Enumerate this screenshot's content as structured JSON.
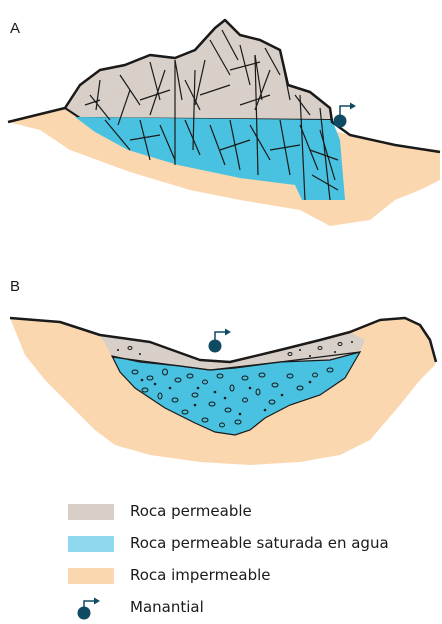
{
  "panels": {
    "a": {
      "label": "A"
    },
    "b": {
      "label": "B"
    }
  },
  "colors": {
    "permeable": "#d7cfc8",
    "saturated": "#48c2e0",
    "impermeable": "#fbd7b0",
    "outline": "#1a1a1a",
    "spring": "#0f4a63"
  },
  "legend": {
    "items": [
      {
        "text": "Roca permeable",
        "swatch": "permeable"
      },
      {
        "text": "Roca permeable saturada en agua",
        "swatch": "saturated_light"
      },
      {
        "text": "Roca impermeable",
        "swatch": "impermeable"
      },
      {
        "text": "Manantial",
        "icon": "spring-icon"
      }
    ],
    "saturated_light_color": "#8fd9ef"
  }
}
